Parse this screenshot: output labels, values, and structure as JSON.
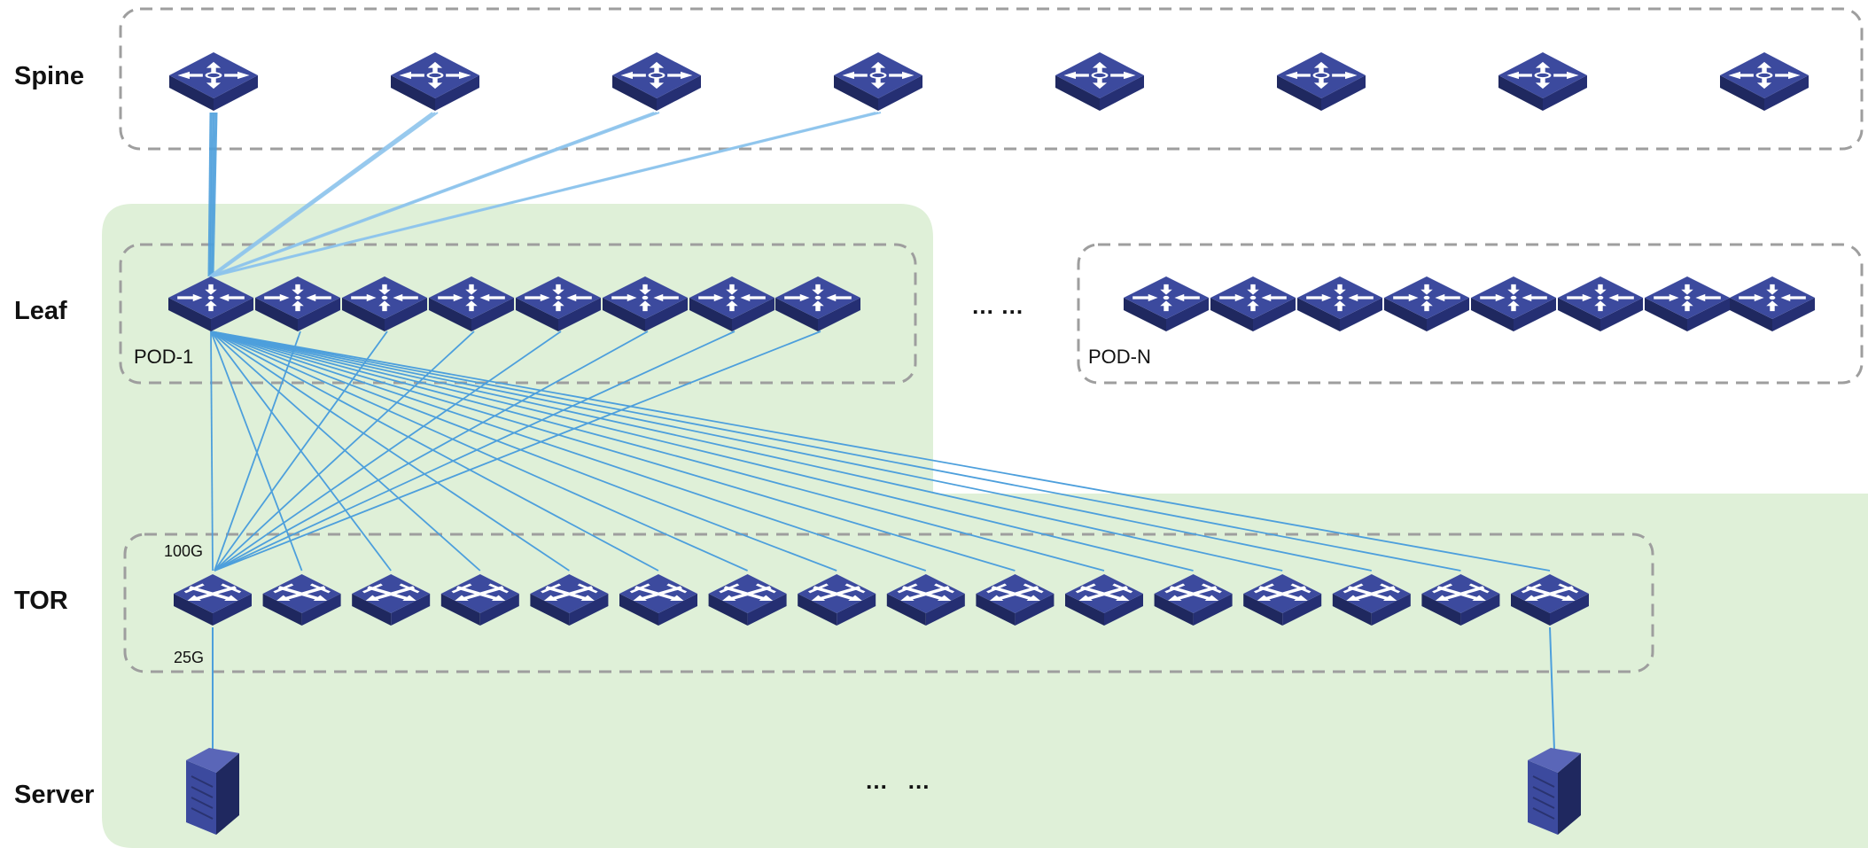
{
  "tiers": {
    "spine": "Spine",
    "leaf": "Leaf",
    "tor": "TOR",
    "server": "Server"
  },
  "pods": {
    "first": "POD-1",
    "last": "POD-N"
  },
  "link_speeds": {
    "uplink": "100G",
    "downlink": "25G"
  },
  "ellipsis": {
    "leaf_gap": "… …",
    "server_gap": "…   …"
  },
  "colors": {
    "device_top": "#3c4a9e",
    "device_side": "#252f73",
    "device_front": "#1f285f",
    "link": "#4d9fdc",
    "pod_background": "#dff0d8",
    "group_border": "#9e9e9e"
  },
  "counts": {
    "spine_switches": 8,
    "leaf_switches_per_pod": 8,
    "tor_switches": 16,
    "servers_shown": 2
  },
  "icons": {
    "spine": "layer3-core-switch-icon",
    "leaf": "aggregation-switch-icon",
    "tor": "access-switch-icon",
    "server": "server-tower-icon"
  }
}
